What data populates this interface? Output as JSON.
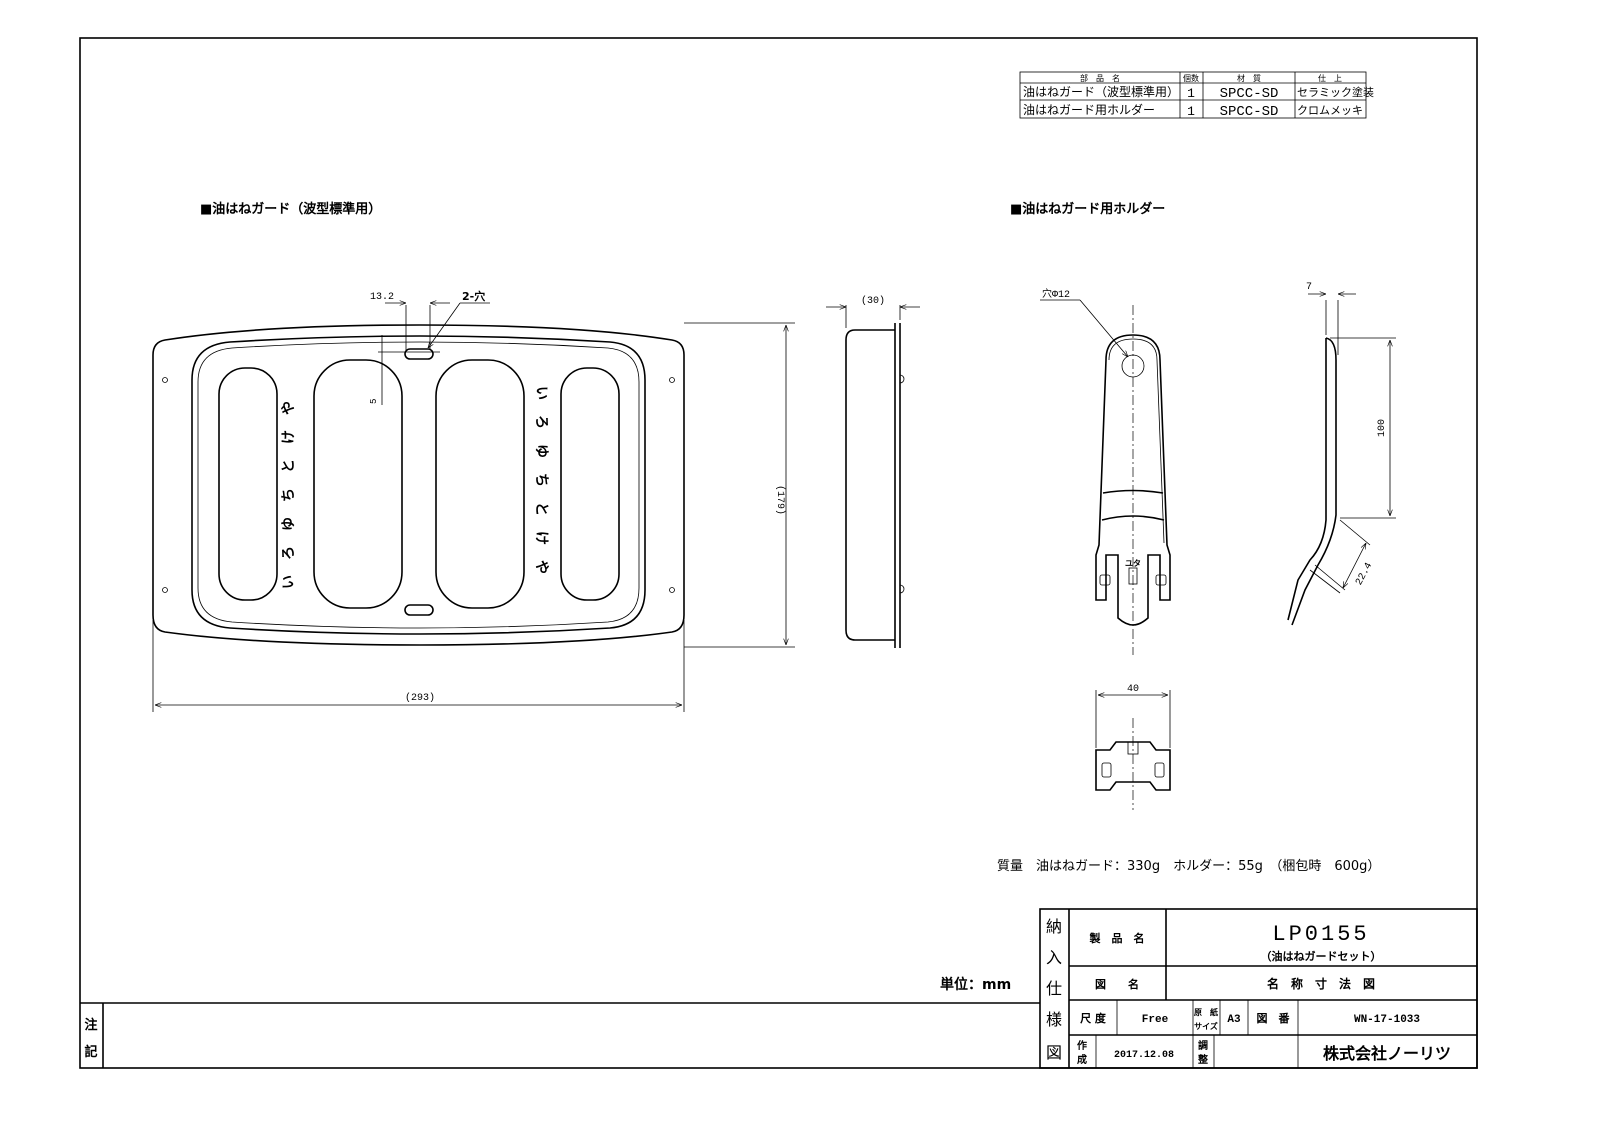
{
  "parts_table": {
    "headers": [
      "部　品　名",
      "個数",
      "材　質",
      "仕　上"
    ],
    "rows": [
      {
        "name": "油はねガード（波型標準用）",
        "qty": "1",
        "material": "SPCC-SD",
        "finish": "セラミック塗装"
      },
      {
        "name": "油はねガード用ホルダー",
        "qty": "1",
        "material": "SPCC-SD",
        "finish": "クロムメッキ"
      }
    ]
  },
  "views": {
    "guard_title": "■油はねガード（波型標準用）",
    "holder_title": "■油はねガード用ホルダー"
  },
  "dimensions": {
    "slot_offset": "13.2",
    "slot_count": "2-穴",
    "slot_depth": "5",
    "height": "(179)",
    "width": "(293)",
    "depth": "(30)",
    "hole": "穴Φ12",
    "holder_thickness": "7",
    "holder_length": "100",
    "holder_hook": "22.4",
    "holder_width": "40"
  },
  "guard_labels": {
    "left": "いろゆちとけや",
    "right": "いろゆちとけや",
    "holder_mark": "ユタ"
  },
  "mass_note": "質量　油はねガード：330g　ホルダー：55g　（梱包時　600g）",
  "unit_note": "単位：mm",
  "notes_label": [
    "注",
    "記"
  ],
  "title_block": {
    "side_label": [
      "納",
      "入",
      "仕",
      "様",
      "図"
    ],
    "product_name_label": "製　品　名",
    "product_code": "LP0155",
    "product_desc": "（油はねガードセット）",
    "drawing_name_label": "図　　名",
    "drawing_name": "名　称　寸　法　図",
    "scale_label": "尺 度",
    "scale": "Free",
    "paper_label_1": "原　紙",
    "paper_label_2": "サイズ",
    "paper_size": "A3",
    "drawing_no_label": "図　番",
    "drawing_no": "WN-17-1033",
    "created_label_1": "作",
    "created_label_2": "成",
    "created_date": "2017.12.08",
    "checked_label_1": "調",
    "checked_label_2": "整",
    "company": "株式会社ノーリツ"
  }
}
